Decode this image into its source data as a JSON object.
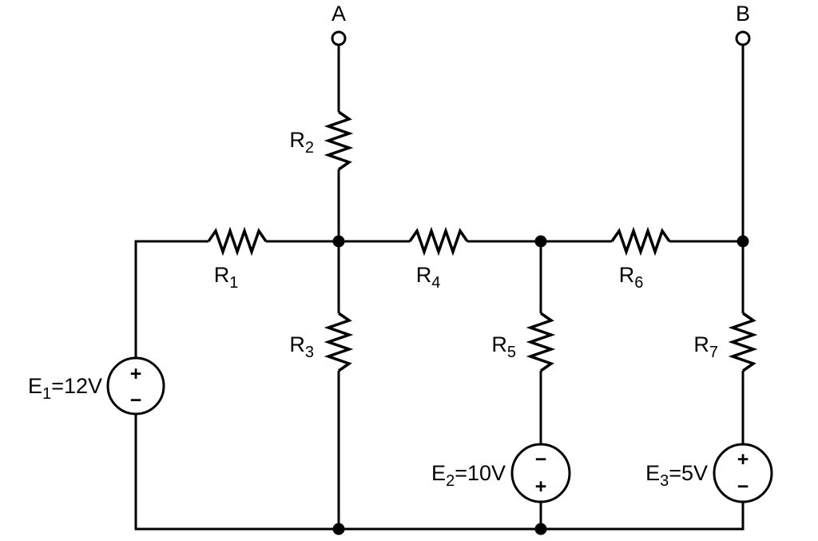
{
  "diagram_type": "circuit-schematic",
  "colors": {
    "background": "#ffffff",
    "line": "#000000"
  },
  "terminals": {
    "a": {
      "label": "A"
    },
    "b": {
      "label": "B"
    }
  },
  "resistors": {
    "r1": {
      "name": "R",
      "sub": "1"
    },
    "r2": {
      "name": "R",
      "sub": "2"
    },
    "r3": {
      "name": "R",
      "sub": "3"
    },
    "r4": {
      "name": "R",
      "sub": "4"
    },
    "r5": {
      "name": "R",
      "sub": "5"
    },
    "r6": {
      "name": "R",
      "sub": "6"
    },
    "r7": {
      "name": "R",
      "sub": "7"
    }
  },
  "sources": {
    "e1": {
      "name": "E",
      "sub": "1",
      "value": "=12V",
      "top_sign": "+",
      "bottom_sign": "−"
    },
    "e2": {
      "name": "E",
      "sub": "2",
      "value": "=10V",
      "top_sign": "−",
      "bottom_sign": "+"
    },
    "e3": {
      "name": "E",
      "sub": "3",
      "value": "=5V",
      "top_sign": "+",
      "bottom_sign": "−"
    }
  }
}
